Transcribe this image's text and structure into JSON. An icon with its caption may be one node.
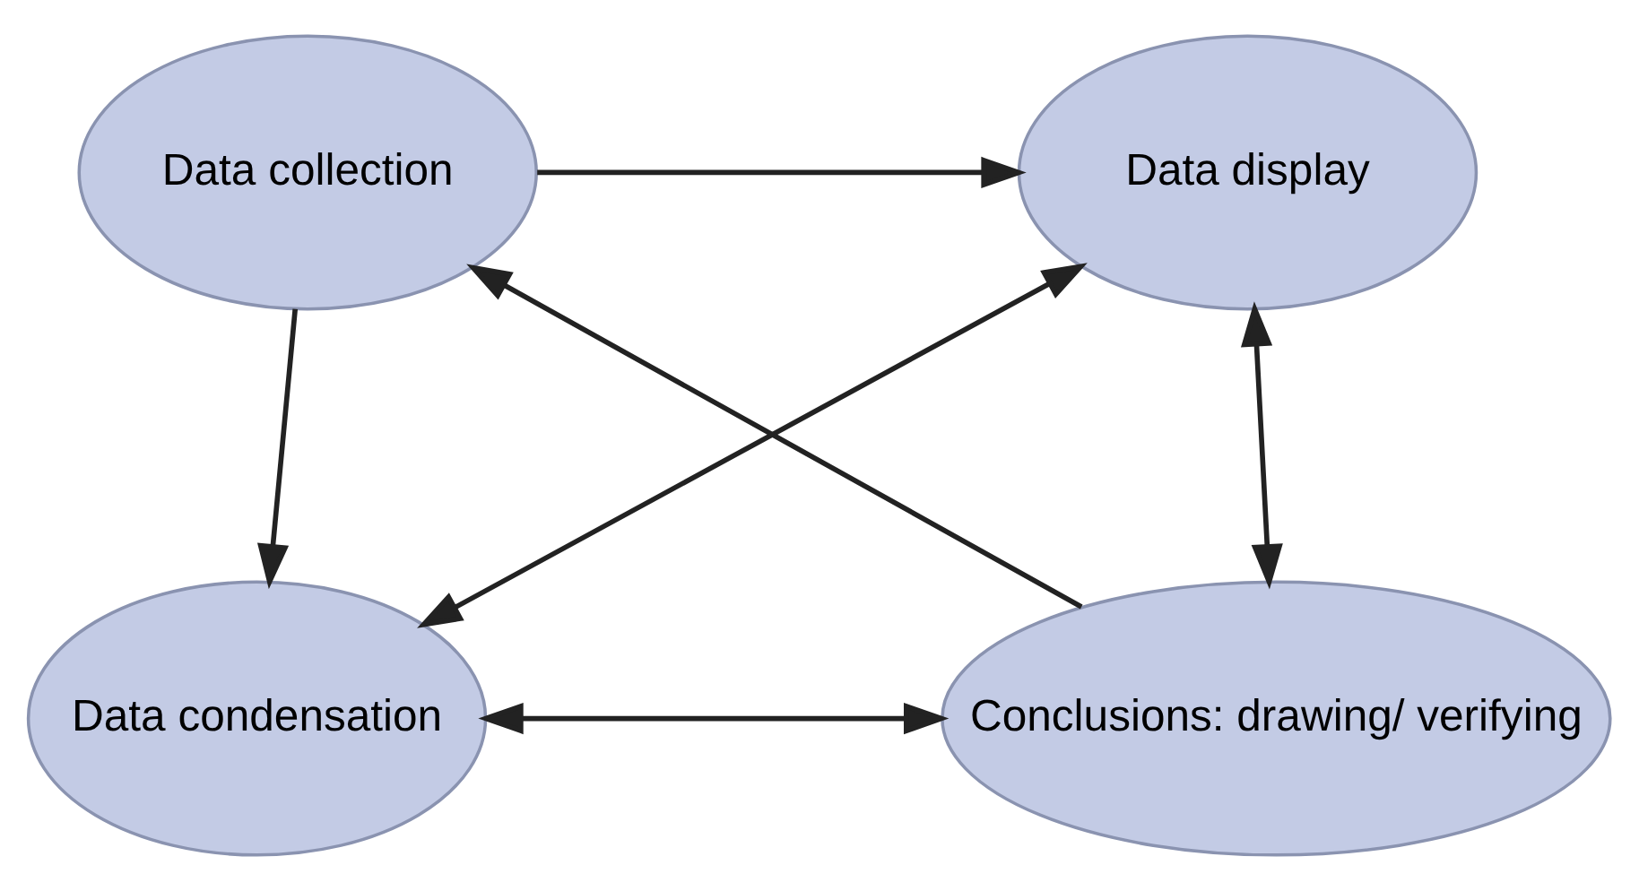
{
  "diagram": {
    "nodes": [
      {
        "text": [
          "Data collection"
        ]
      },
      {
        "text": [
          "Data display"
        ]
      },
      {
        "text": [
          "Data condensation"
        ]
      },
      {
        "text": [
          "Conclusions: drawing/ verifying"
        ]
      }
    ],
    "edges": [
      {
        "from": 0,
        "to": 1,
        "arrow": "to"
      },
      {
        "from": 0,
        "to": 2,
        "arrow": "to"
      },
      {
        "from": 3,
        "to": 0,
        "arrow": "to"
      },
      {
        "from": 2,
        "to": 1,
        "arrow": "both"
      },
      {
        "from": 2,
        "to": 3,
        "arrow": "both"
      },
      {
        "from": 1,
        "to": 3,
        "arrow": "both"
      }
    ]
  }
}
